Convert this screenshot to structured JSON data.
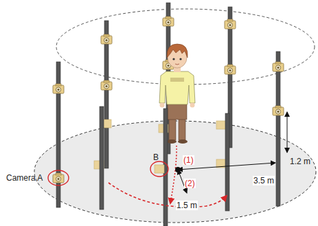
{
  "diagram": {
    "labels": [
      "Camera A",
      "B",
      "(1)",
      "(2)",
      "3.5 m",
      "1.5 m",
      "1.2 m"
    ]
  }
}
